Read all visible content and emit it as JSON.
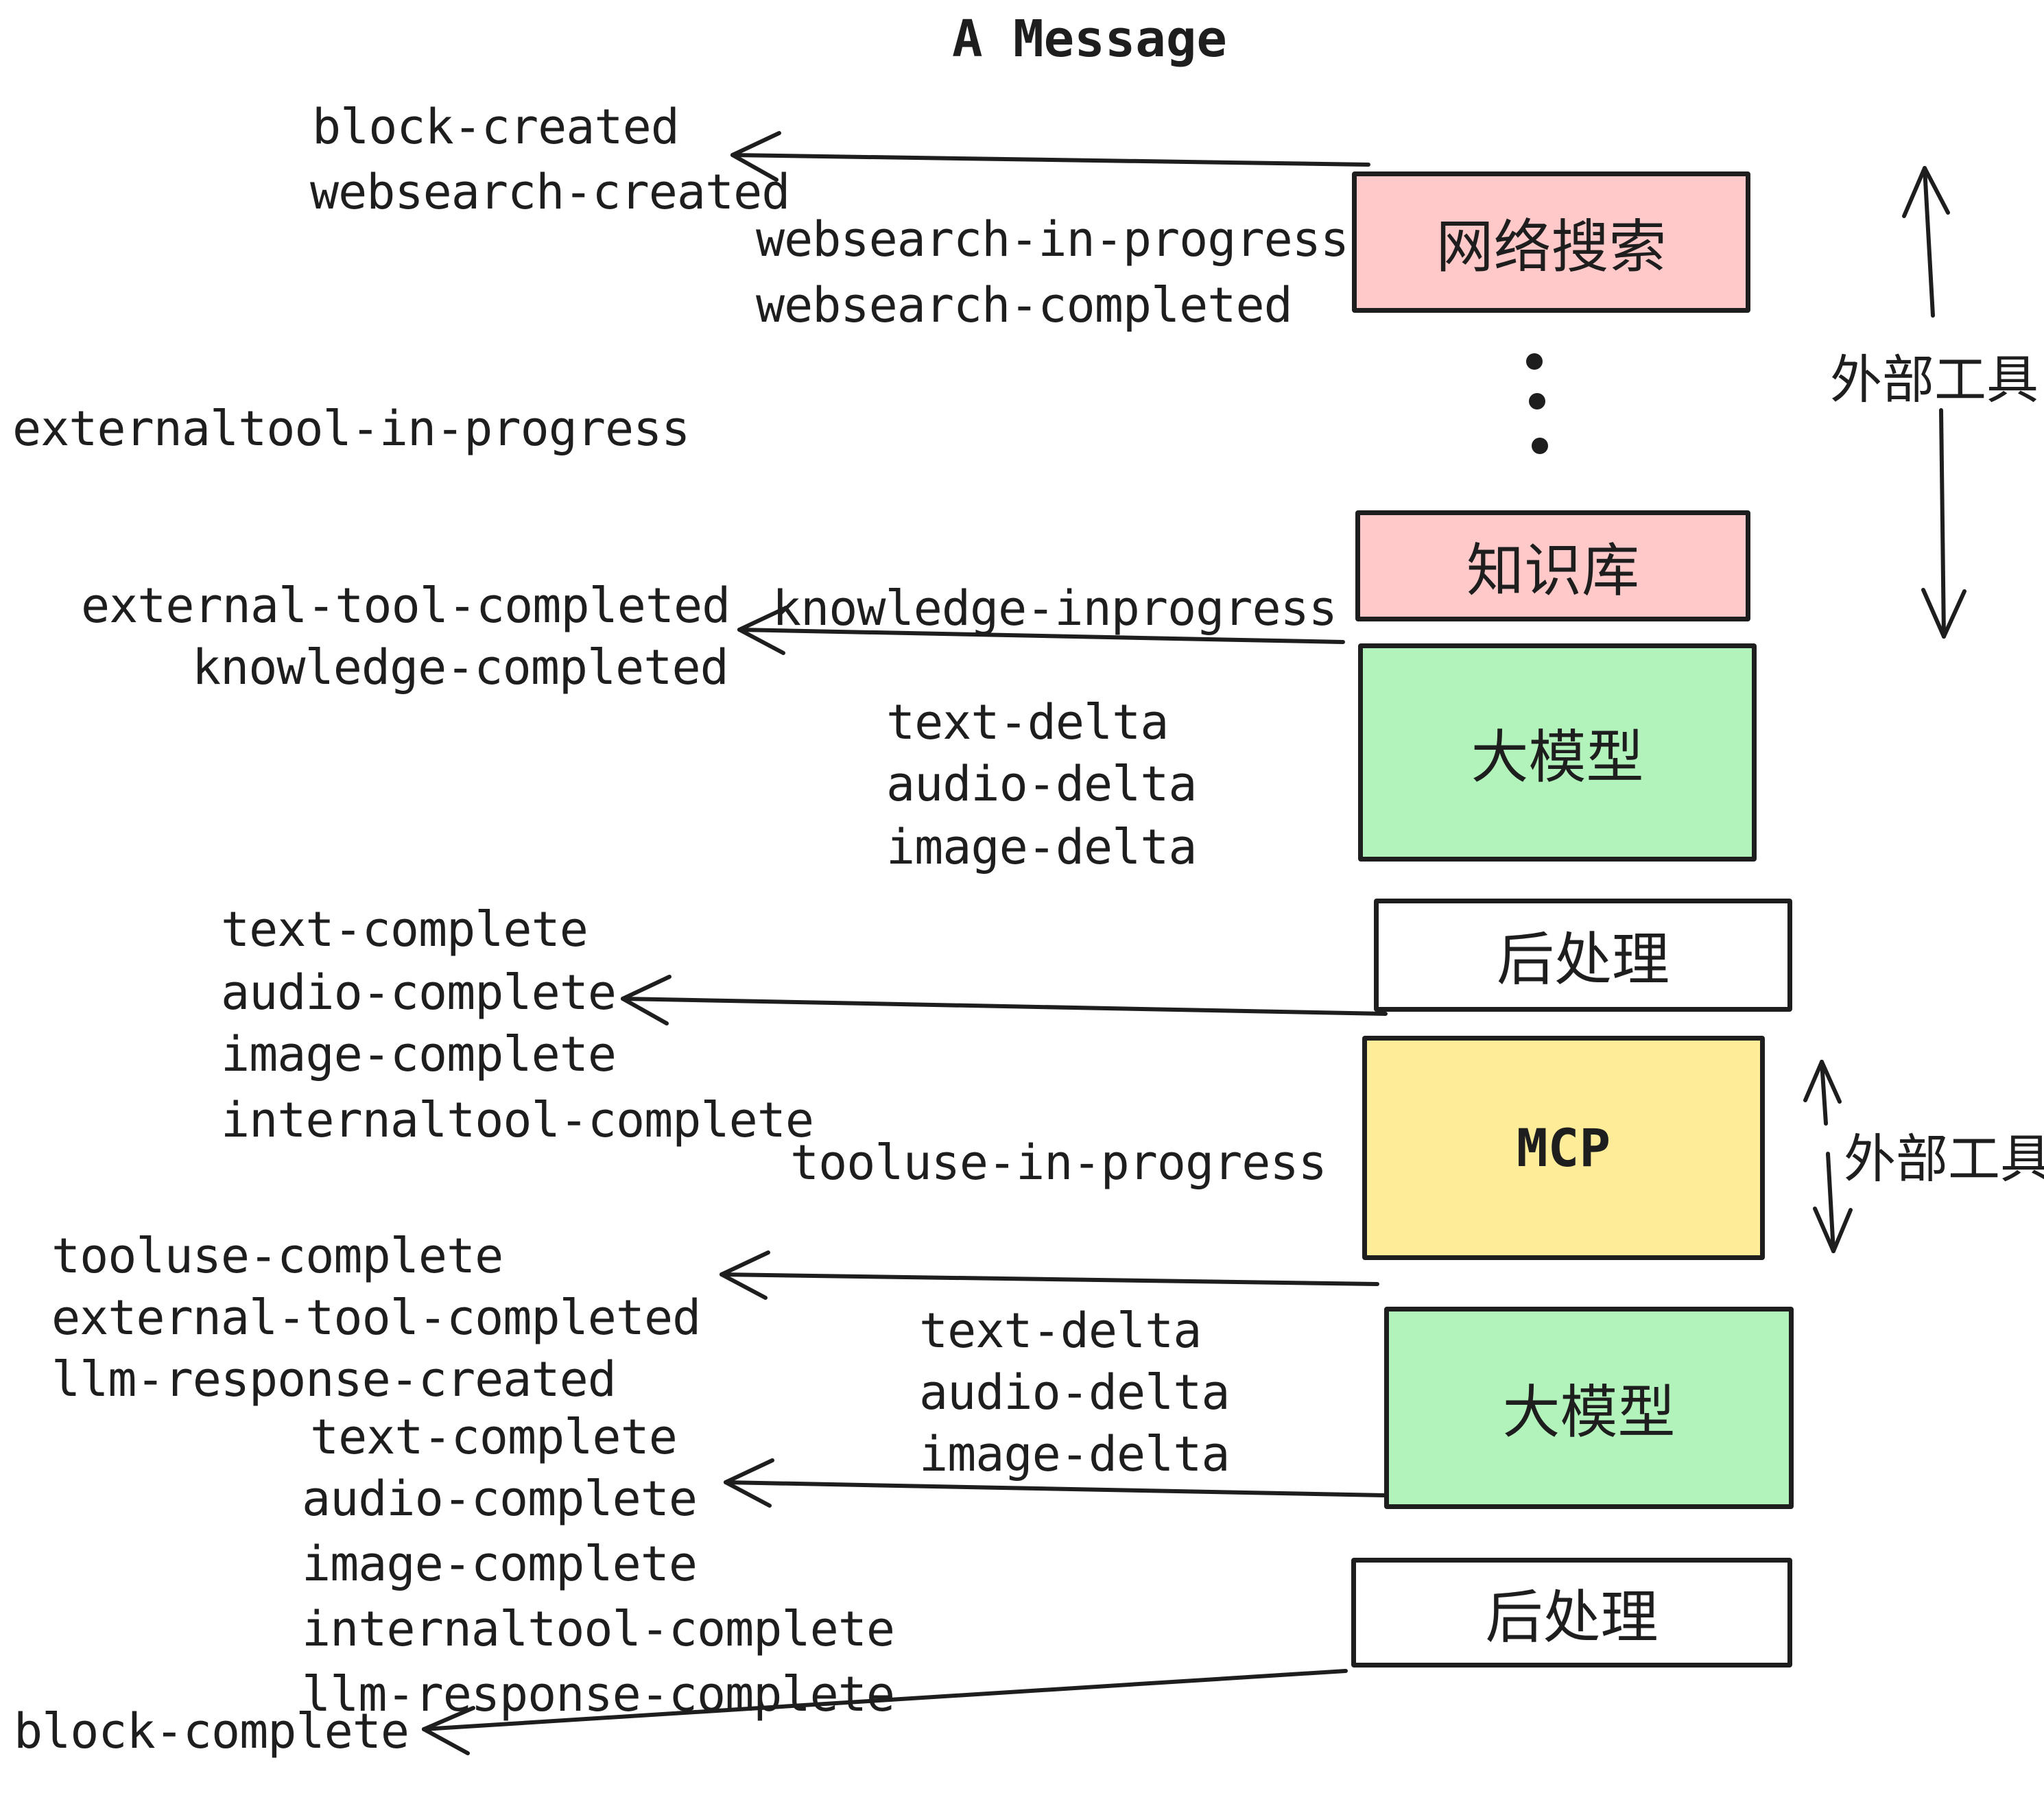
{
  "title": "A Message",
  "colors": {
    "box_pink": "#ffc9c9",
    "box_green": "#b2f2bb",
    "box_yellow": "#ffec99",
    "box_white": "#ffffff",
    "stroke": "#1e1e1e"
  },
  "boxes": {
    "websearch": "网络搜索",
    "knowledge": "知识库",
    "llm_first": "大模型",
    "postprocess_first": "后处理",
    "mcp": "MCP",
    "llm_second": "大模型",
    "postprocess_second": "后处理"
  },
  "side_labels": {
    "external_tools_top": "外部工具",
    "external_tools_mcp": "外部工具"
  },
  "events": {
    "block_created": "block-created",
    "websearch_created": "websearch-created",
    "websearch_in_progress": "websearch-in-progress",
    "websearch_completed": "websearch-completed",
    "externaltool_in_progress": "externaltool-in-progress",
    "knowledge_inprogress": "knowledge-inprogress",
    "external_tool_completed_first": "external-tool-completed",
    "knowledge_completed": "knowledge-completed",
    "text_delta_first": "text-delta",
    "audio_delta_first": "audio-delta",
    "image_delta_first": "image-delta",
    "text_complete_first": "text-complete",
    "audio_complete_first": "audio-complete",
    "image_complete_first": "image-complete",
    "internaltool_complete_first": "internaltool-complete",
    "tooluse_in_progress": "tooluse-in-progress",
    "tooluse_complete": "tooluse-complete",
    "external_tool_completed_second": "external-tool-completed",
    "llm_response_created": "llm-response-created",
    "text_delta_second": "text-delta",
    "audio_delta_second": "audio-delta",
    "image_delta_second": "image-delta",
    "text_complete_second": "text-complete",
    "audio_complete_second": "audio-complete",
    "image_complete_second": "image-complete",
    "internaltool_complete_second": "internaltool-complete",
    "llm_response_complete": "llm-response-complete",
    "block_complete": "block-complete"
  }
}
